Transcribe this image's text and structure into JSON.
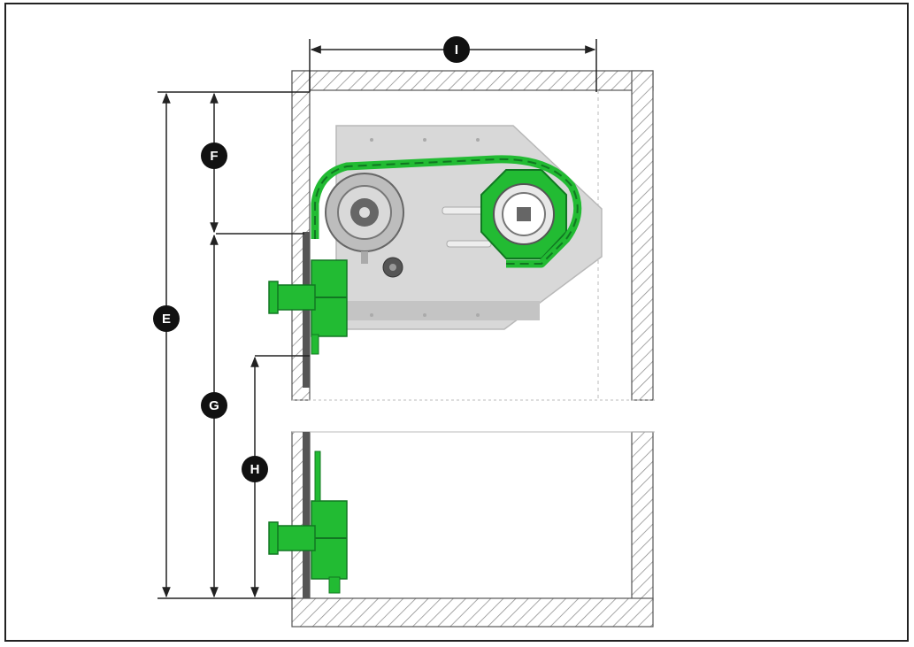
{
  "diagram": {
    "labels": {
      "width": "I",
      "total_height": "E",
      "top_gap": "F",
      "lower_height": "G",
      "bracket_height": "H"
    },
    "colors": {
      "frame_border": "#222222",
      "wall_hatch": "#777777",
      "chain": "#22bb33",
      "chain_dark": "#117722",
      "plate": "#d6d6d6",
      "motor": "#9a9a9a",
      "wall_edge": "#555555"
    }
  }
}
